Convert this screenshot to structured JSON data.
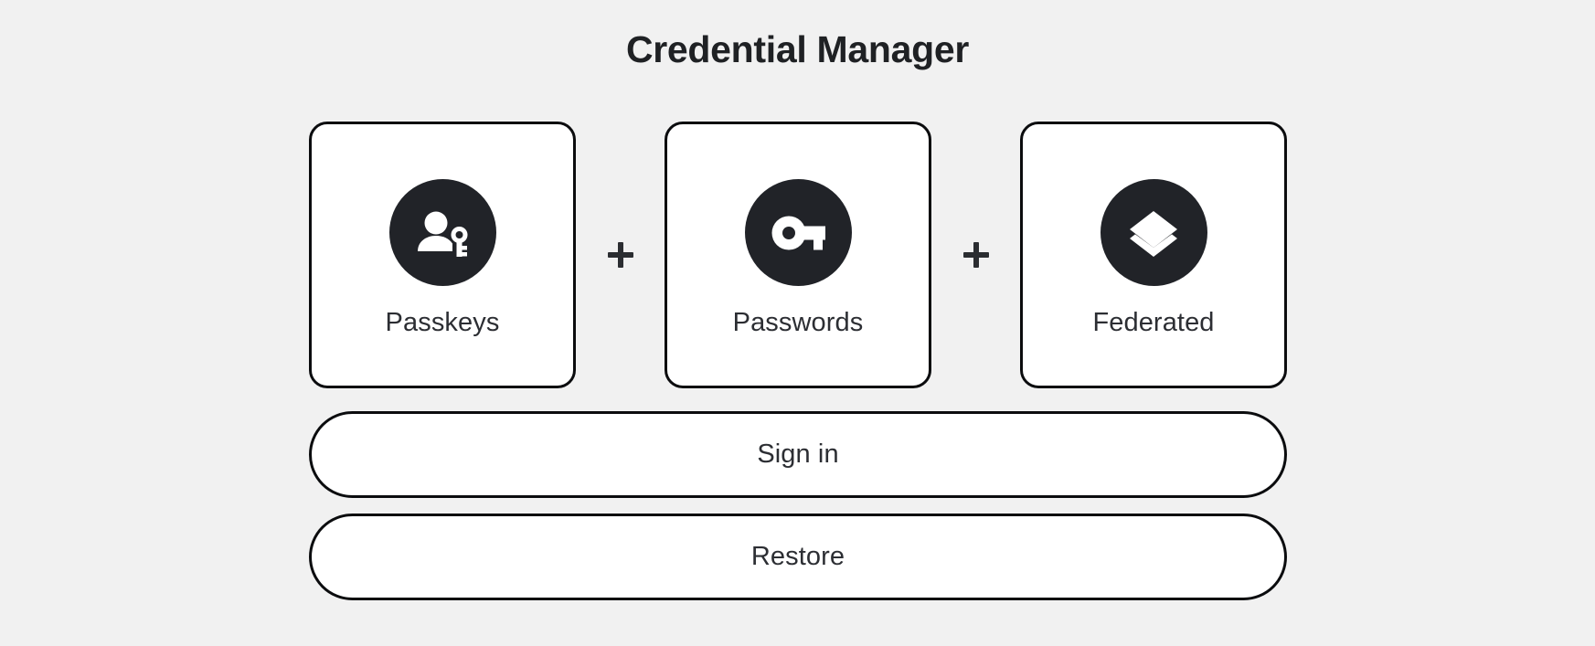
{
  "page": {
    "title": "Credential Manager",
    "background_color": "#f1f1f1",
    "ink_color": "#0b0c0e",
    "badge_color": "#212328"
  },
  "credential_types": [
    {
      "label": "Passkeys",
      "icon": "person-key-icon"
    },
    {
      "label": "Passwords",
      "icon": "key-icon"
    },
    {
      "label": "Federated",
      "icon": "layers-icon"
    }
  ],
  "separators": [
    {
      "icon": "plus-icon",
      "symbol": "+"
    },
    {
      "icon": "plus-icon",
      "symbol": "+"
    }
  ],
  "actions": {
    "sign_in_label": "Sign in",
    "restore_label": "Restore"
  }
}
